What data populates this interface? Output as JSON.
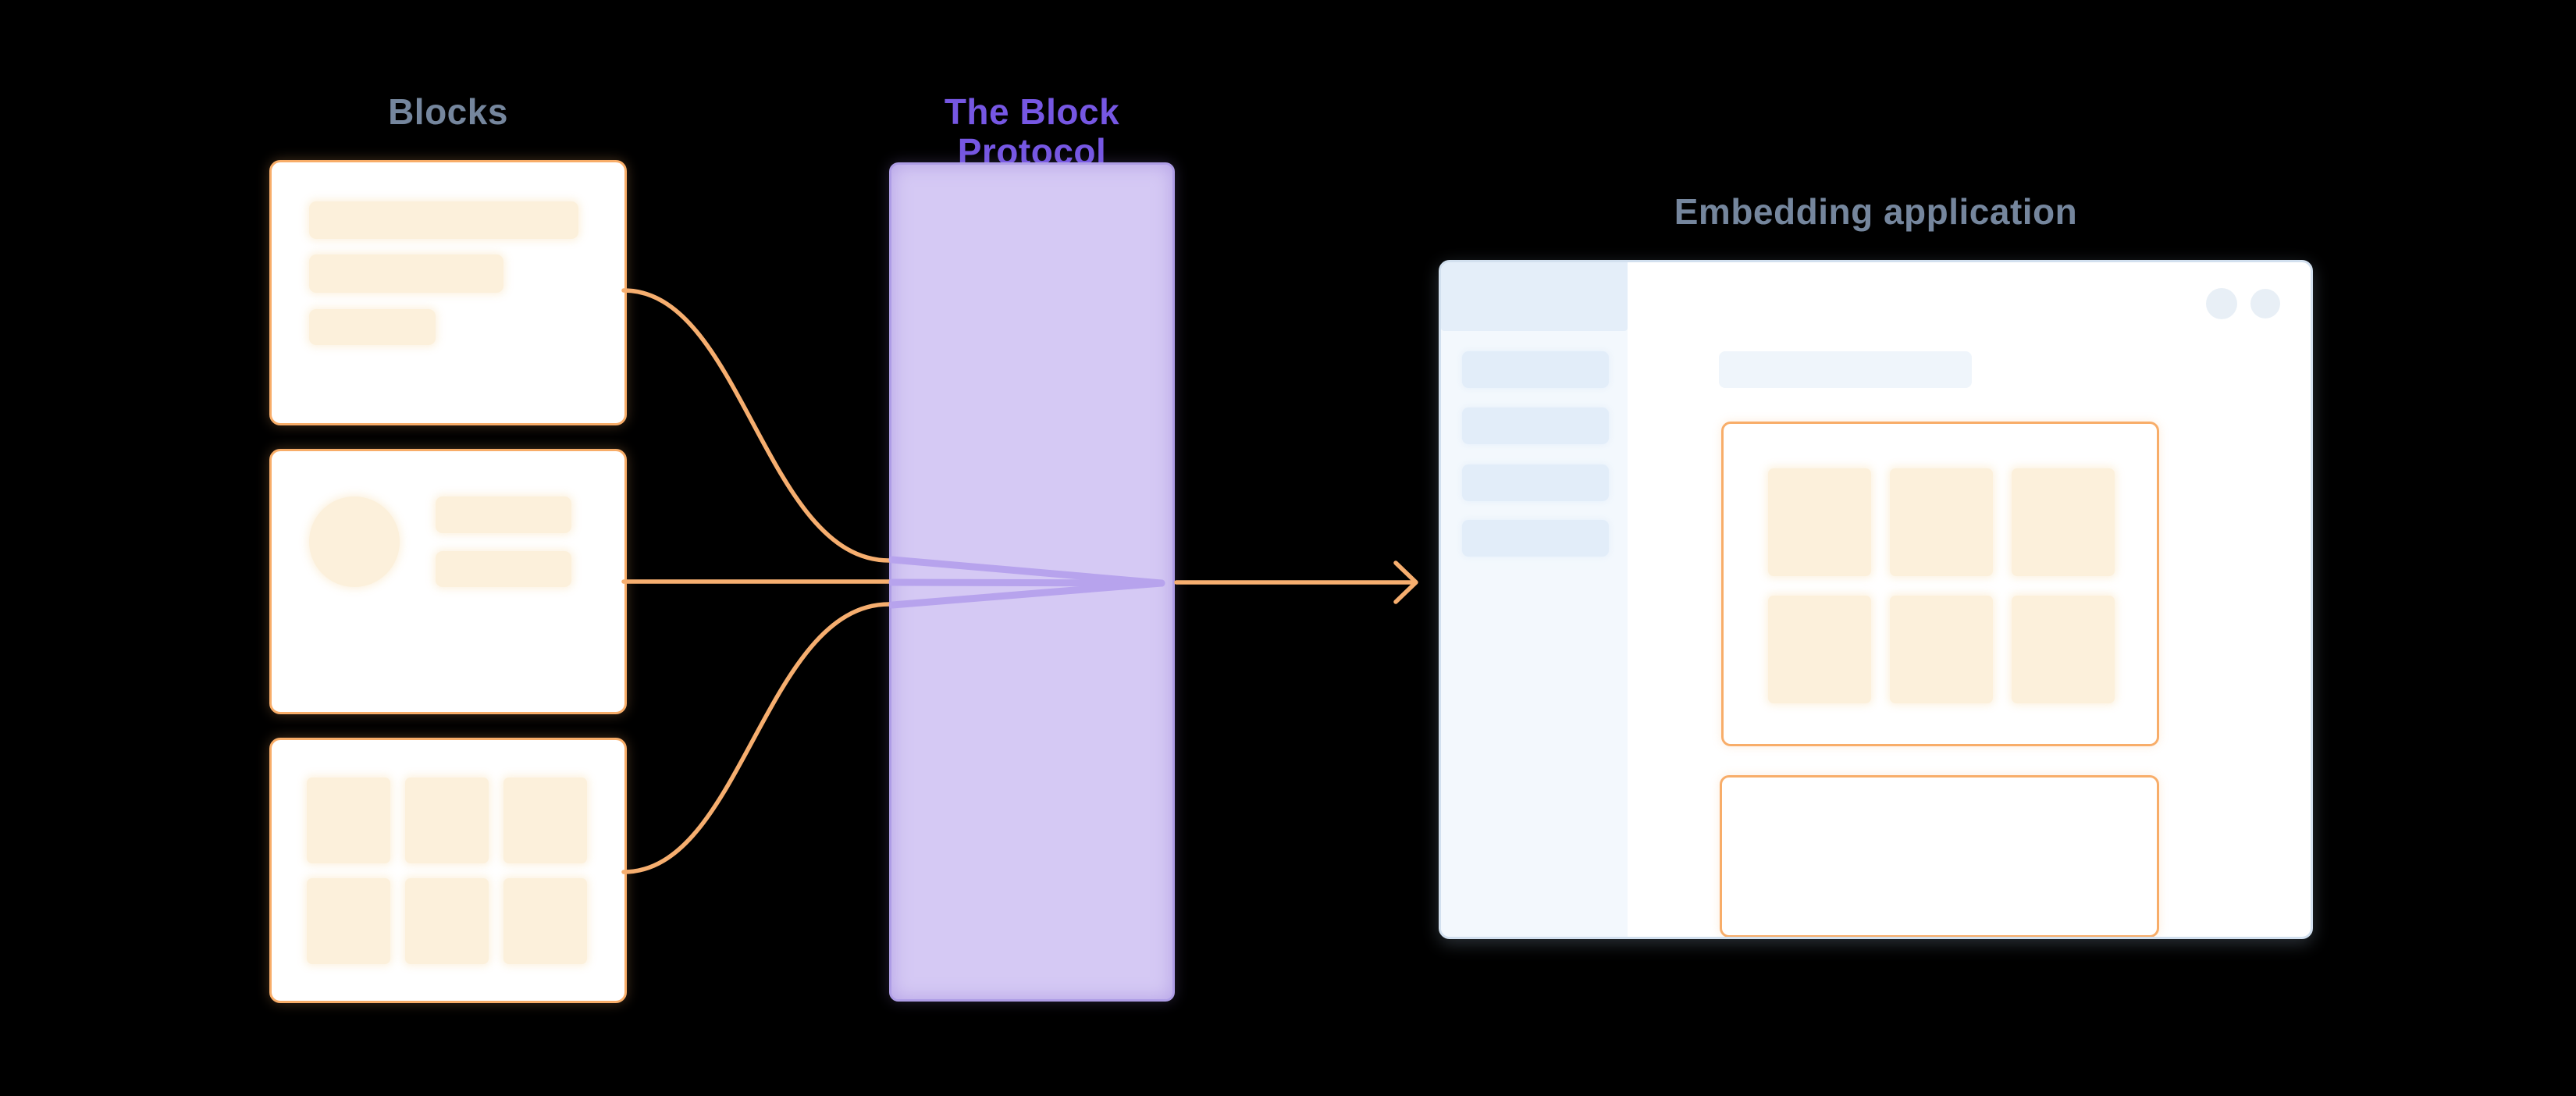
{
  "titles": {
    "blocks": "Blocks",
    "protocol": "The Block Protocol",
    "embedding": "Embedding application"
  },
  "colors": {
    "background": "#000000",
    "slate_label": "#75869D",
    "purple_label": "#7657E3",
    "orange_accent": "#F6AE6F",
    "orange_border": "#F8AD69",
    "cream_fill": "#FCF0DB",
    "purple_fill": "#D5C9F4",
    "purple_border": "#AE9DE6",
    "purple_ray": "#B7A3ED",
    "sidebar_header": "#E4EEF9",
    "sidebar_body": "#F3F8FD",
    "sidebar_bar": "#E2EDF9",
    "main_placeholder": "#EFF5FB",
    "window_control": "#E8EFF6",
    "window_edge": "#D2E0EF"
  }
}
